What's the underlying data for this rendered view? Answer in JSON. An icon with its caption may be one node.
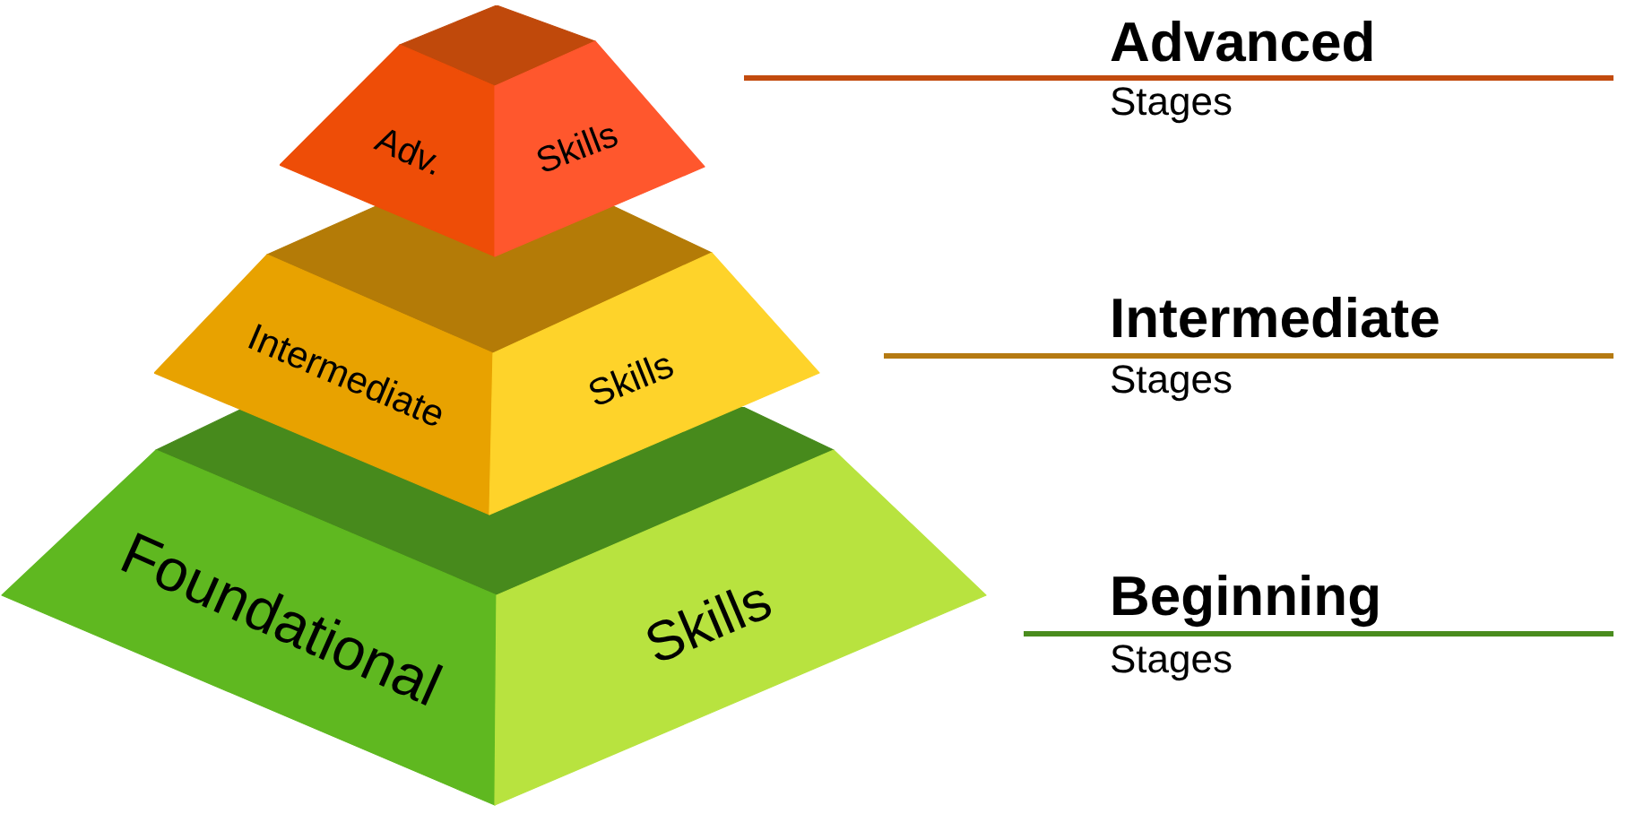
{
  "diagram": {
    "nodes": [
      {
        "text": [
          "Adv.",
          "Skills"
        ]
      },
      {
        "text": [
          "Intermediate",
          "Skills"
        ]
      },
      {
        "text": [
          "Foundational",
          "Skills"
        ]
      }
    ],
    "edges": [],
    "labels": [
      "Advanced",
      "Stages",
      "Intermediate",
      "Stages",
      "Beginning",
      "Stages"
    ]
  }
}
